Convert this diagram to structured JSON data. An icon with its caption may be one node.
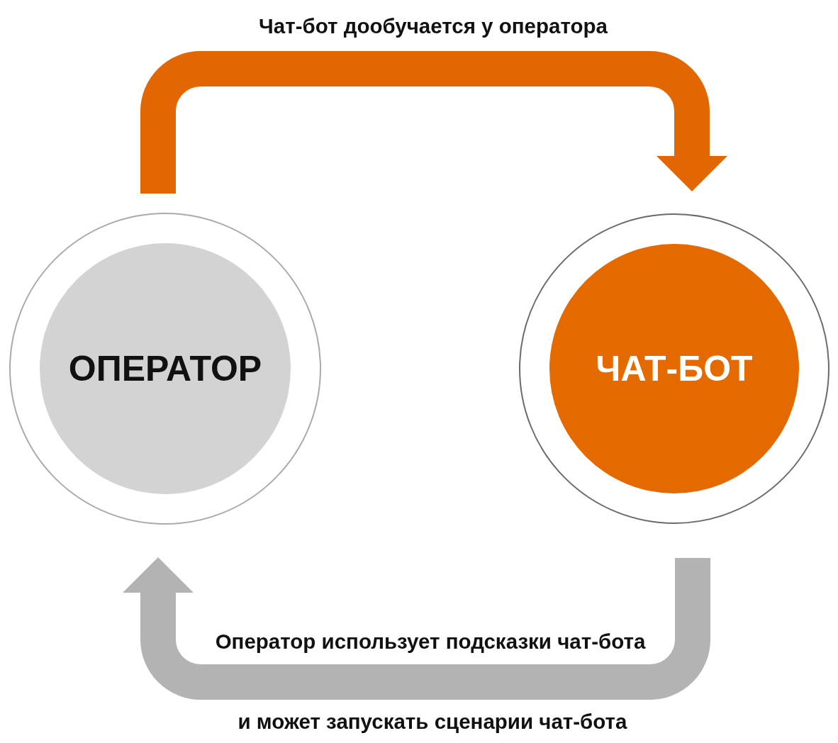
{
  "diagram": {
    "nodes": [
      {
        "text": [
          "ОПЕРАТОР"
        ]
      },
      {
        "text": [
          "ЧАТ-БОТ"
        ]
      }
    ],
    "edges": [
      {
        "from": 0,
        "to": 1,
        "arrow": "to",
        "label": "Чат-бот дообучается у оператора",
        "color": "#e36700"
      },
      {
        "from": 1,
        "to": 0,
        "arrow": "to",
        "label": "Оператор использует подсказки чат-бота",
        "color": "#b3b3b3"
      }
    ],
    "labels": [
      "и может запускать сценарии чат-бота"
    ]
  }
}
